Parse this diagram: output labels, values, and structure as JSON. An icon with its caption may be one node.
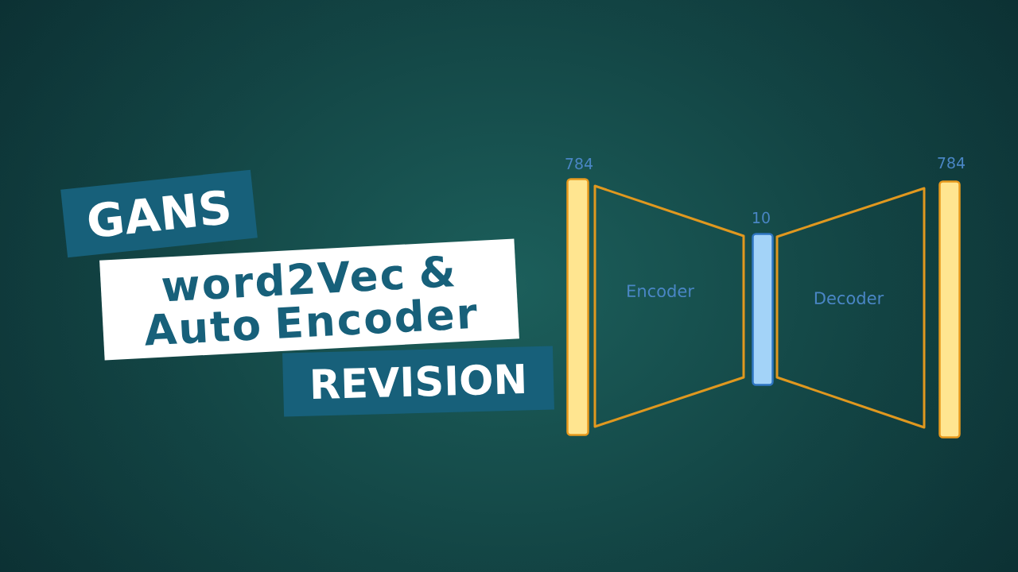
{
  "diagram": {
    "nodes": [
      {
        "text": [
          "GANS"
        ]
      },
      {
        "text": [
          "word2Vec & Auto Encoder"
        ]
      },
      {
        "text": [
          "REVISION"
        ]
      },
      {
        "text": [],
        "shape": "bar",
        "beside": [
          "784"
        ]
      },
      {
        "text": [
          "Encoder"
        ]
      },
      {
        "text": [],
        "shape": "bar",
        "beside": [
          "10"
        ]
      },
      {
        "text": [
          "Decoder"
        ]
      },
      {
        "text": [],
        "shape": "bar",
        "beside": [
          "784"
        ]
      }
    ]
  }
}
